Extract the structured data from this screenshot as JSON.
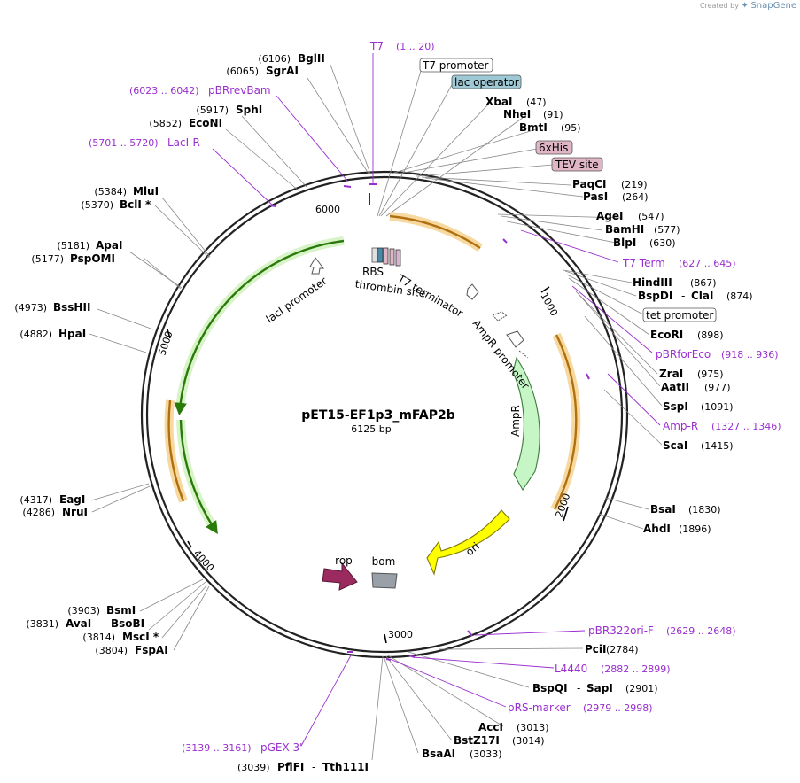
{
  "credit": {
    "created_by": "Created by",
    "brand": "SnapGene"
  },
  "plasmid": {
    "name": "pET15-EF1p3_mFAP2b",
    "size": "6125 bp"
  },
  "scale_ticks": [
    "1000",
    "2000",
    "3000",
    "4000",
    "5000",
    "6000"
  ],
  "enzymes": [
    {
      "name": "BglII",
      "pos": "(6106)"
    },
    {
      "name": "SgrAI",
      "pos": "(6065)"
    },
    {
      "name": "SphI",
      "pos": "(5917)"
    },
    {
      "name": "EcoNI",
      "pos": "(5852)"
    },
    {
      "name": "MluI",
      "pos": "(5384)"
    },
    {
      "name": "BclI *",
      "pos": "(5370)"
    },
    {
      "name": "ApaI",
      "pos": "(5181)"
    },
    {
      "name": "PspOMI",
      "pos": "(5177)"
    },
    {
      "name": "BssHII",
      "pos": "(4973)"
    },
    {
      "name": "HpaI",
      "pos": "(4882)"
    },
    {
      "name": "EagI",
      "pos": "(4317)"
    },
    {
      "name": "NruI",
      "pos": "(4286)"
    },
    {
      "name": "BsmI",
      "pos": "(3903)"
    },
    {
      "name": "AvaI",
      "pos": "(3831)"
    },
    {
      "name": "BsoBI",
      "pos": ""
    },
    {
      "name": "MscI *",
      "pos": "(3814)"
    },
    {
      "name": "FspAI",
      "pos": "(3804)"
    },
    {
      "name": "XbaI",
      "pos": "(47)"
    },
    {
      "name": "NheI",
      "pos": "(91)"
    },
    {
      "name": "BmtI",
      "pos": "(95)"
    },
    {
      "name": "PaqCI",
      "pos": "(219)"
    },
    {
      "name": "PasI",
      "pos": "(264)"
    },
    {
      "name": "AgeI",
      "pos": "(547)"
    },
    {
      "name": "BamHI",
      "pos": "(577)"
    },
    {
      "name": "BlpI",
      "pos": "(630)"
    },
    {
      "name": "HindIII",
      "pos": "(867)"
    },
    {
      "name": "BspDI",
      "pos": ""
    },
    {
      "name": "ClaI",
      "pos": "(874)"
    },
    {
      "name": "EcoRI",
      "pos": "(898)"
    },
    {
      "name": "ZraI",
      "pos": "(975)"
    },
    {
      "name": "AatII",
      "pos": "(977)"
    },
    {
      "name": "SspI",
      "pos": "(1091)"
    },
    {
      "name": "ScaI",
      "pos": "(1415)"
    },
    {
      "name": "BsaI",
      "pos": "(1830)"
    },
    {
      "name": "AhdI",
      "pos": "(1896)"
    },
    {
      "name": "PciI",
      "pos": "(2784)"
    },
    {
      "name": "BspQI",
      "pos": ""
    },
    {
      "name": "SapI",
      "pos": "(2901)"
    },
    {
      "name": "AccI",
      "pos": "(3013)"
    },
    {
      "name": "BstZ17I",
      "pos": "(3014)"
    },
    {
      "name": "BsaAI",
      "pos": "(3033)"
    },
    {
      "name": "PflFI",
      "pos": "(3039)"
    },
    {
      "name": "Tth111I",
      "pos": ""
    }
  ],
  "primers": [
    {
      "name": "T7",
      "range": "(1 .. 20)"
    },
    {
      "name": "pBRrevBam",
      "range": "(6023 .. 6042)"
    },
    {
      "name": "LacI-R",
      "range": "(5701 .. 5720)"
    },
    {
      "name": "T7 Term",
      "range": "(627 .. 645)"
    },
    {
      "name": "pBRforEco",
      "range": "(918 .. 936)"
    },
    {
      "name": "Amp-R",
      "range": "(1327 .. 1346)"
    },
    {
      "name": "pBR322ori-F",
      "range": "(2629 .. 2648)"
    },
    {
      "name": "L4440",
      "range": "(2882 .. 2899)"
    },
    {
      "name": "pRS-marker",
      "range": "(2979 .. 2998)"
    },
    {
      "name": "pGEX 3'",
      "range": "(3139 .. 3161)"
    }
  ],
  "boxed_features": [
    {
      "name": "T7 promoter",
      "color": "#ffffff"
    },
    {
      "name": "lac operator",
      "color": "#9dc8d4"
    },
    {
      "name": "6xHis",
      "color": "#e0b5c6"
    },
    {
      "name": "TEV site",
      "color": "#e0b5c6"
    },
    {
      "name": "tet promoter",
      "color": "#ffffff"
    }
  ],
  "features": [
    {
      "name": "RBS"
    },
    {
      "name": "thrombin site"
    },
    {
      "name": "T7 terminator"
    },
    {
      "name": "lacI promoter"
    },
    {
      "name": "AmpR promoter"
    },
    {
      "name": "AmpR",
      "color": "#c6f5c6"
    },
    {
      "name": "ori",
      "color": "#ffff00"
    },
    {
      "name": "rop",
      "color": "#9b2b5e"
    },
    {
      "name": "bom",
      "color": "#9aa0a8"
    }
  ]
}
